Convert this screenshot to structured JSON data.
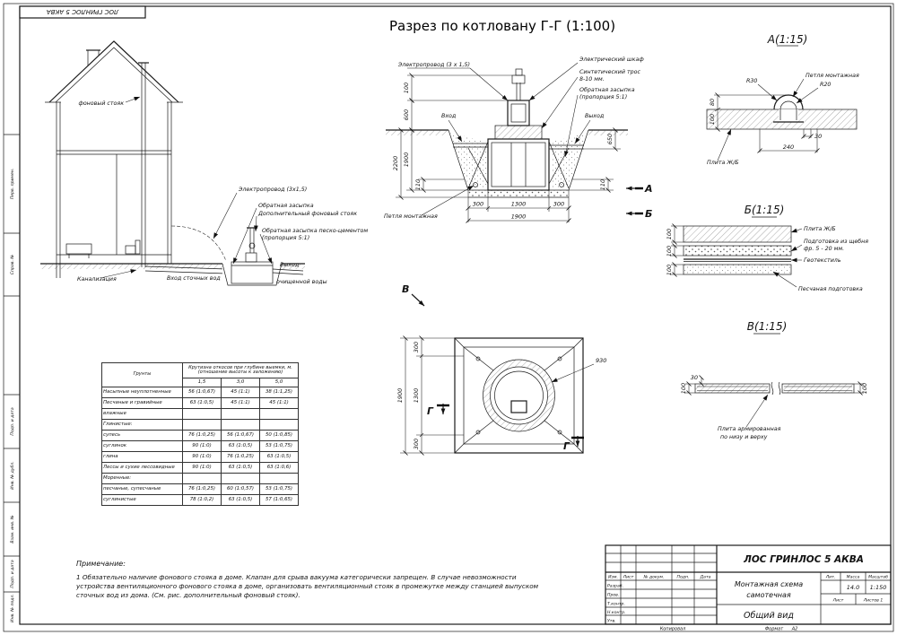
{
  "corner_stamp": "ЛОС ГРИНЛОС 5 АКВА",
  "title": "Разрез по котловану Г-Г (1:100)",
  "house": {
    "fan_riser": "фоновый стояк",
    "electro": "Электропровод (3х1,5)",
    "backfill": "Обратная засыпка",
    "extra_riser": "Дополнительный фоновый стояк",
    "backfill_cement1": "Обратная засыпка песко-цементом",
    "backfill_cement2": "(пропорция 5:1)",
    "sewer": "Канализация",
    "inlet": "Вход сточных вод",
    "outlet1": "Выход",
    "outlet2": "очищенной воды"
  },
  "pit": {
    "electro": "Электропровод (3 х 1,5)",
    "cabinet": "Электрический шкаф",
    "rope1": "Синтетический трос",
    "rope2": "8-10 мм.",
    "backfill1": "Обратная засыпка",
    "backfill2": "(пропорция 5:1)",
    "inlet": "Вход",
    "outlet": "Выход",
    "loop": "Петля монтажная",
    "marker_a": "А",
    "marker_b": "Б",
    "d100": "100",
    "d600": "600",
    "d2200": "2200",
    "d1900v": "1900",
    "d650": "650",
    "d110l": "110",
    "d110r": "110",
    "d300l": "300",
    "d1300": "1300",
    "d300r": "300",
    "d1900b": "1900"
  },
  "detail_a": {
    "title": "А(1:15)",
    "r30": "R30",
    "r20": "R20",
    "loop": "Петля монтажная",
    "slab": "Плита Ж/Б",
    "d80": "80",
    "d100": "100",
    "d30": "30",
    "d240": "240"
  },
  "detail_b": {
    "title": "Б(1:15)",
    "slab": "Плита Ж/Б",
    "gravel1": "Подготовка из щебня",
    "gravel2": "фр. 5 - 20 мм.",
    "geo": "Геотекстиль",
    "sand": "Песчаная подготовка",
    "d100a": "100",
    "d100b": "100",
    "d100c": "100"
  },
  "detail_v": {
    "title": "В(1:15)",
    "slab1": "Плита армированная",
    "slab2": "по низу и верху",
    "d30": "30",
    "d100l": "100",
    "d100r": "100"
  },
  "plan": {
    "marker": "В",
    "g_left": "Г",
    "g_right": "Г",
    "d300t": "300",
    "d1300": "1300",
    "d300b": "300",
    "d1900": "1900",
    "d930": "930"
  },
  "table": {
    "soils": "Грунты",
    "span1": "Крутизна откосов при глубине выемки, м.",
    "span2": "(отношение высоты к заложению)",
    "depths": [
      "1,5",
      "3,0",
      "5,0"
    ],
    "rows": [
      [
        "Насыпные неуплотненные",
        "56 (1:0,67)",
        "45 (1:1)",
        "38 (1:1,25)"
      ],
      [
        "Песчаные и гравийные",
        "63 (1:0,5)",
        "45 (1:1)",
        "45 (1:1)"
      ],
      [
        "влажные",
        "",
        "",
        ""
      ],
      [
        "Глинистые:",
        "",
        "",
        ""
      ],
      [
        "супесь",
        "76 (1:0,25)",
        "56 (1:0,67)",
        "50 (1:0,85)"
      ],
      [
        "суглинок",
        "90 (1:0)",
        "63 (1:0,5)",
        "53 (1:0,75)"
      ],
      [
        "глина",
        "90 (1:0)",
        "76 (1:0,25)",
        "63 (1:0,5)"
      ],
      [
        "Лессы и сухие лессовидные",
        "90 (1:0)",
        "63 (1:0,5)",
        "63 (1:0,6)"
      ],
      [
        "Моренные:",
        "",
        "",
        ""
      ],
      [
        "песчаные, супесчаные",
        "76 (1:0,25)",
        "60 (1:0,57)",
        "53 (1:0,75)"
      ],
      [
        "суглинистые",
        "78 (1:0,2)",
        "63 (1:0,5)",
        "57 (1:0,65)"
      ]
    ]
  },
  "notes": {
    "title": "Примечание:",
    "line1": "1 Обязательно наличие фонового стояка в доме. Клапан для срыва вакуума категорически запрещен. В случае невозможности",
    "line2": "устройства вентиляционного фонового стояка в доме, организовать вентиляционный стояк в промежутке между станцией выпуском",
    "line3": "сточных вод из дома. (См. рис. дополнительный фоновый стояк)."
  },
  "stamp": {
    "product": "ЛОС ГРИНЛОС 5 АКВА",
    "doc1": "Монтажная схема",
    "doc2": "самотечная",
    "view": "Общий вид",
    "lit": "Лит.",
    "mass_label": "Масса",
    "scale_label": "Масштаб",
    "mass": "14.0",
    "scale": "1:150",
    "sheet": "Лист",
    "sheets": "Листов 1",
    "izm": "Изм.",
    "list": "Лист",
    "ndoc": "№ докум.",
    "podp": "Подп.",
    "data": "Дата",
    "r1": "Разраб.",
    "r2": "Пров.",
    "r3": "Т.контр.",
    "r4": "Н.контр.",
    "r5": "Утв.",
    "copied": "Копировал",
    "format": "Формат",
    "format_val": "А2"
  },
  "strip": {
    "s1": "Перв. примен.",
    "s2": "Справ. №",
    "s3": "Подп. и дата",
    "s4": "Инв. № дубл.",
    "s5": "Взам. инв. №",
    "s6": "Подп. и дата",
    "s7": "Инв. № подл."
  }
}
